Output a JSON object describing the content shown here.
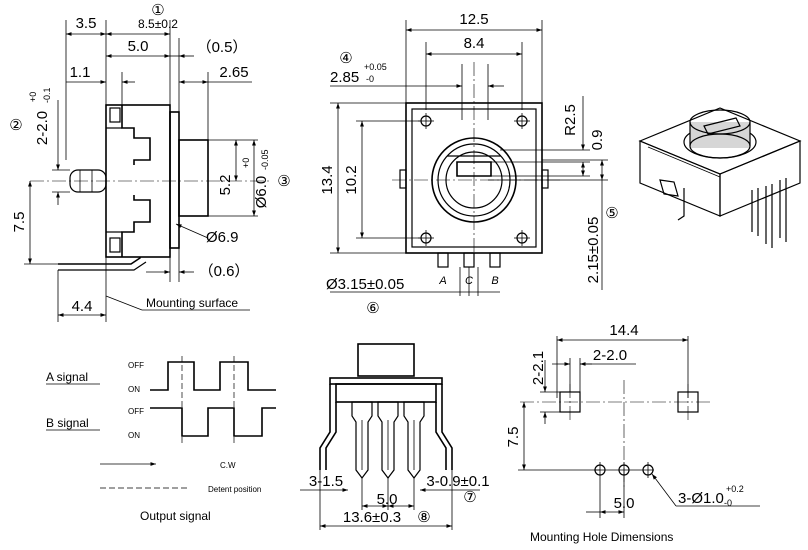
{
  "markers": {
    "m1": "①",
    "m2": "②",
    "m3": "③",
    "m4": "④",
    "m5": "⑤",
    "m6": "⑥",
    "m7": "⑦",
    "m8": "⑧"
  },
  "side_view": {
    "d_3_5": "3.5",
    "d_8_5": "8.5±0.2",
    "d_5_0": "5.0",
    "d_0_5": "（0.5）",
    "d_1_1": "1.1",
    "d_2_65": "2.65",
    "d_2_0": "2-2.0",
    "d_2_0_tol_plus": "+0",
    "d_2_0_tol_minus": "-0.1",
    "d_5_2": "5.2",
    "d_6_0": "Ø6.0",
    "d_6_0_tol_plus": "+0",
    "d_6_0_tol_minus": "-0.05",
    "d_7_5": "7.5",
    "d_6_9": "Ø6.9",
    "d_0_6": "（0.6）",
    "d_4_4": "4.4",
    "mounting_surface": "Mounting surface"
  },
  "front_view": {
    "d_12_5": "12.5",
    "d_8_4": "8.4",
    "d_2_85": "2.85",
    "d_2_85_tol_plus": "+0.05",
    "d_2_85_tol_minus": "-0",
    "d_r2_5": "R2.5",
    "d_0_9": "0.9",
    "d_13_4": "13.4",
    "d_10_2": "10.2",
    "d_2_15": "2.15±0.05",
    "d_3_15": "Ø3.15±0.05",
    "pin_a": "A",
    "pin_c": "C",
    "pin_b": "B"
  },
  "output_signal": {
    "a_signal": "A  signal",
    "b_signal": "B  signal",
    "off": "OFF",
    "on": "ON",
    "cw": "C.W",
    "detent": "Detent position",
    "caption": "Output signal"
  },
  "bottom_view": {
    "d_3_1_5": "3-1.5",
    "d_5_0": "5.0",
    "d_3_0_9": "3-0.9±0.1",
    "d_13_6": "13.6±0.3"
  },
  "mounting_holes": {
    "d_14_4": "14.4",
    "d_2_1": "2-2.1",
    "d_2_2_0": "2-2.0",
    "d_7_5": "7.5",
    "d_5_0": "5.0",
    "d_3_1_0": "3-Ø1.0",
    "d_3_1_0_tol_plus": "+0.2",
    "d_3_1_0_tol_minus": "-0",
    "caption": "Mounting Hole Dimensions"
  }
}
